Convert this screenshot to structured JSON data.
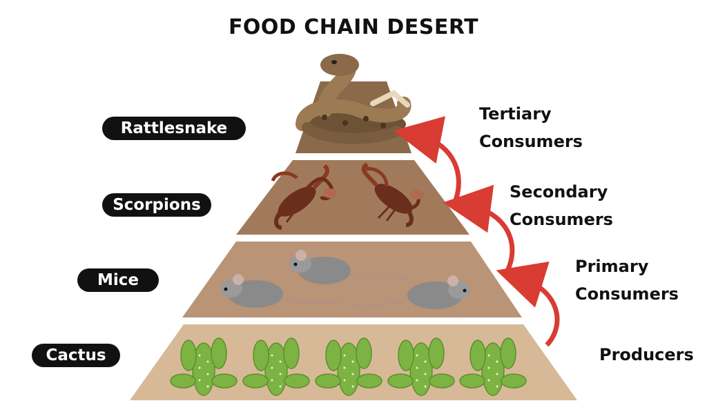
{
  "title": "FOOD CHAIN DESERT",
  "levels": [
    {
      "organism": "Rattlesnake",
      "role_line1": "Tertiary",
      "role_line2": "Consumers"
    },
    {
      "organism": "Scorpions",
      "role_line1": "Secondary",
      "role_line2": "Consumers"
    },
    {
      "organism": "Mice",
      "role_line1": "Primary",
      "role_line2": "Consumers"
    },
    {
      "organism": "Cactus",
      "role_line1": "Producers",
      "role_line2": ""
    }
  ],
  "colors": {
    "tier_top": "#8b6a4a",
    "tier_2": "#a07a5b",
    "tier_3": "#b99476",
    "tier_bottom": "#d7b998",
    "arrow": "#d83c32",
    "pill_bg": "#111111",
    "cactus": "#7cb342",
    "mouse": "#8a8a8a",
    "scorpion": "#6b2e1c",
    "snake": "#8a6a48"
  },
  "icons": [
    "rattlesnake-icon",
    "scorpion-icon",
    "mouse-icon",
    "cactus-icon",
    "arrow-icon"
  ]
}
